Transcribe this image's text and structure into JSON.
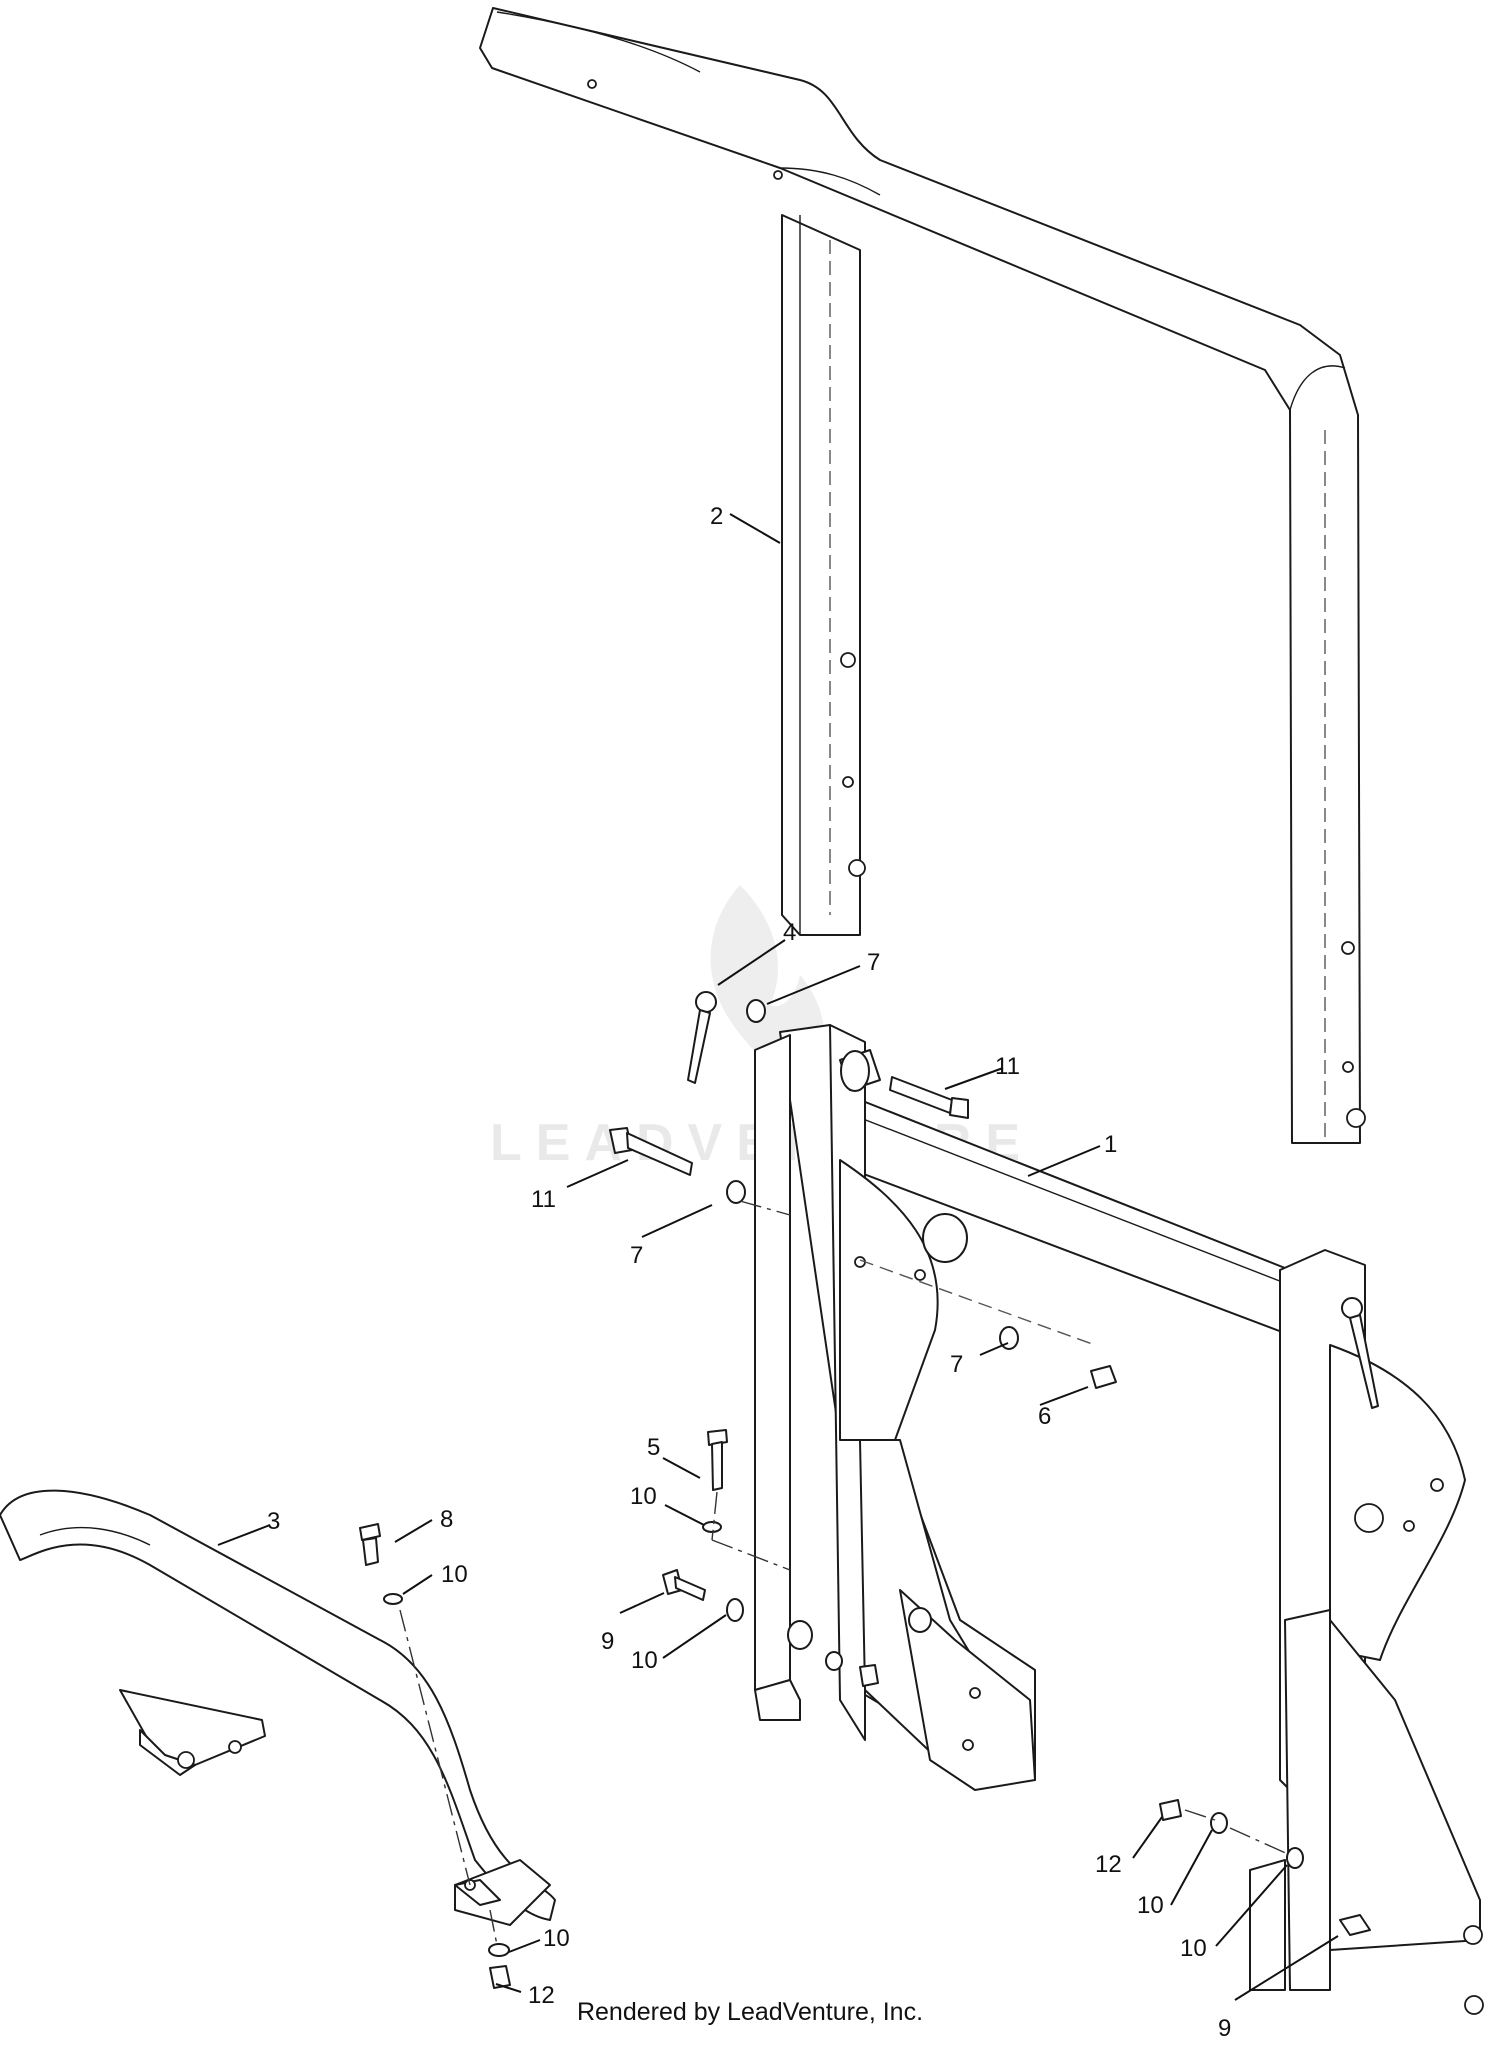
{
  "watermark": {
    "text": "LEADVENTURE"
  },
  "credit": "Rendered by LeadVenture, Inc.",
  "callouts": {
    "c1": "1",
    "c2": "2",
    "c3": "3",
    "c4": "4",
    "c5": "5",
    "c6": "6",
    "c7a": "7",
    "c7b": "7",
    "c7c": "7",
    "c8": "8",
    "c9a": "9",
    "c9b": "9",
    "c10a": "10",
    "c10b": "10",
    "c10c": "10",
    "c10d": "10",
    "c10e": "10",
    "c10f": "10",
    "c11a": "11",
    "c11b": "11",
    "c12a": "12",
    "c12b": "12"
  },
  "colors": {
    "line": "#1a1a1a",
    "background": "#ffffff",
    "watermark": "#e9e9e9"
  }
}
